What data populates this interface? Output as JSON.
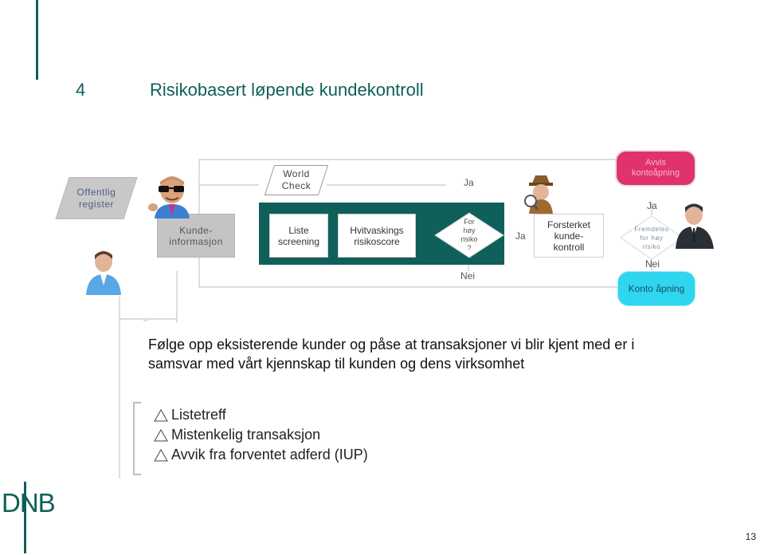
{
  "section": {
    "number": "4",
    "title": "Risikobasert løpende kundekontroll"
  },
  "flow": {
    "offentlig_register": "Offentlig register",
    "world_check": "World Check",
    "kundeinformasjon": "Kunde-informasjon",
    "liste_screening": "Liste screening",
    "hvitvaskings_risikoscore": "Hvitvaskings risikoscore",
    "decision_1": "For høy risiko ?",
    "forsterket_kundekontroll": "Forsterket kunde-kontroll",
    "decision_2": "Fremdeles for høy risiko",
    "avvis_kontoapning": "Avvis kontoåpning",
    "konto_apning": "Konto åpning",
    "label_ja_top": "Ja",
    "label_ja_mid": "Ja",
    "label_ja_right": "Ja",
    "label_nei_bottom": "Nei",
    "label_nei_right": "Nei"
  },
  "main_text": "Følge opp eksisterende kunder og påse at transaksjoner vi blir kjent med er i samsvar med vårt kjennskap til kunden og dens virksomhet",
  "bullets": [
    "Listetreff",
    "Mistenkelig transaksjon",
    "Avvik fra forventet adferd (IUP)"
  ],
  "logo": "DNB",
  "page_number": "13",
  "colors": {
    "brand_teal": "#0f5f5a",
    "reject_magenta": "#e0336b",
    "approve_cyan": "#2fd6f0",
    "box_gray": "#c4c4c4"
  },
  "icons": [
    "person-with-sunglasses-icon",
    "person-icon",
    "detective-with-magnifier-icon",
    "businessman-icon",
    "triangle-bullet-icon"
  ]
}
